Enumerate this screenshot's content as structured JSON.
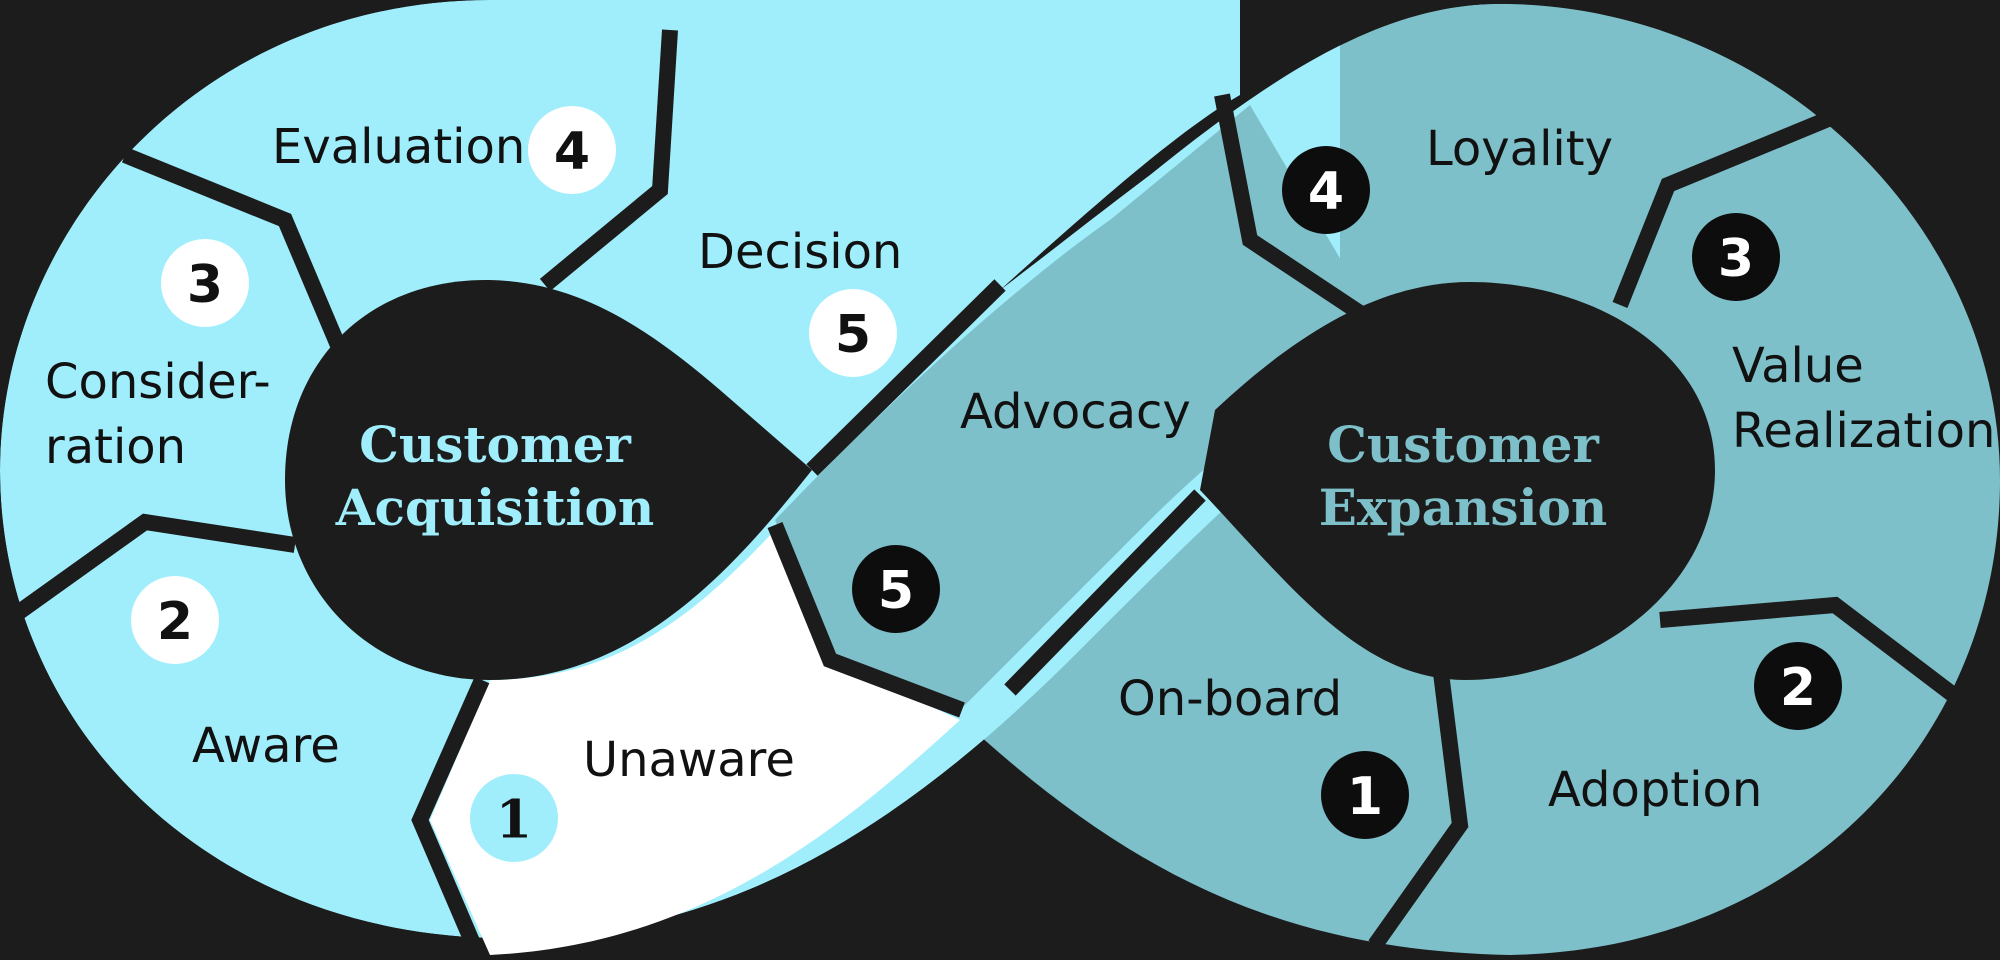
{
  "colors": {
    "background": "#1c1c1c",
    "acquisition": "#a0eefb",
    "expansion": "#7ec0ca",
    "unaware": "#ffffff",
    "divider": "#1c1c1c",
    "badge_light": "#ffffff",
    "badge_dark": "#0d0d0d",
    "text_dark": "#111111"
  },
  "acquisition": {
    "hub_line1": "Customer",
    "hub_line2": "Acquisition",
    "stages": {
      "unaware": {
        "label": "Unaware",
        "number": "1"
      },
      "aware": {
        "label": "Aware",
        "number": "2"
      },
      "consideration": {
        "line1": "Consider-",
        "line2": "ration",
        "number": "3"
      },
      "evaluation": {
        "label": "Evaluation",
        "number": "4"
      },
      "decision": {
        "label": "Decision",
        "number": "5"
      }
    }
  },
  "expansion": {
    "hub_line1": "Customer",
    "hub_line2": "Expansion",
    "stages": {
      "onboard": {
        "label": "On-board",
        "number": "1"
      },
      "adoption": {
        "label": "Adoption",
        "number": "2"
      },
      "value_realization": {
        "line1": "Value",
        "line2": "Realization",
        "number": "3"
      },
      "loyality": {
        "label": "Loyality",
        "number": "4"
      },
      "advocacy": {
        "label": "Advocacy",
        "number": "5"
      }
    }
  }
}
